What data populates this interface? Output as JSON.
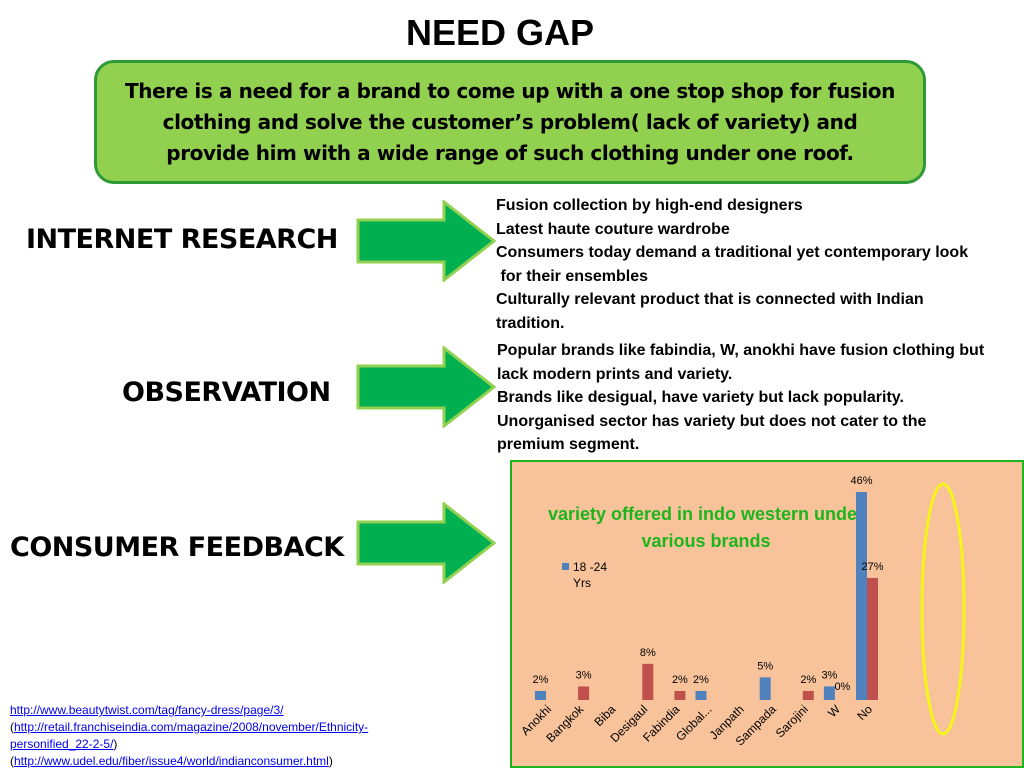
{
  "page": {
    "title": "NEED GAP",
    "need_statement": "There is a need for a brand to come up with a one stop shop for fusion clothing and solve the customer’s problem( lack of variety) and provide him with a wide range of such clothing under one roof."
  },
  "sections": {
    "internet_research": {
      "label": "INTERNET RESEARCH",
      "lines": [
        "Fusion collection by high-end designers",
        "Latest haute couture wardrobe",
        "Consumers today demand a traditional yet contemporary look",
        " for their ensembles",
        "Culturally relevant product that is connected with Indian",
        "tradition."
      ]
    },
    "observation": {
      "label": "OBSERVATION",
      "lines": [
        "Popular brands like fabindia, W, anokhi have fusion clothing but",
        "lack modern prints and variety.",
        "Brands like desigual, have variety but lack popularity.",
        "Unorganised sector has variety but does not cater to the",
        "premium segment."
      ]
    },
    "consumer_feedback": {
      "label": "CONSUMER FEEDBACK"
    }
  },
  "references": {
    "line1": "http://www.beautytwist.com/tag/fancy-dress/page/3/",
    "line2_open": "(",
    "line2_link": "http://retail.franchiseindia.com/magazine/2008/november/Ethnicity-",
    "line3_link": "personified_22-2-5/",
    "line3_close": ")",
    "line4_open": "(",
    "line4_link": "http://www.udel.edu/fiber/issue4/world/indianconsumer.html",
    "line4_close": ")"
  },
  "colors": {
    "need_box_fill": "#92d050",
    "need_box_border": "#2e9a35",
    "arrow_fill": "#00b050",
    "arrow_border": "#92d050",
    "chart_bg": "#f8c39a",
    "chart_border": "#1db51d",
    "chart_title": "#1db51d",
    "highlight_ellipse": "#f5f51a"
  },
  "chart_data": {
    "type": "bar",
    "title_lines": [
      "variety offered in indo western under",
      "various brands"
    ],
    "categories": [
      "Anokhi",
      "Bangkok",
      "Biba",
      "Desigaul",
      "Fabindia",
      "Global...",
      "Janpath",
      "Sampada",
      "Sarojini",
      "W",
      "No"
    ],
    "series": [
      {
        "name": "18 -24 Yrs",
        "color": "#4f81bd",
        "values": [
          2,
          0,
          0,
          0,
          0,
          2,
          0,
          5,
          0,
          3,
          46
        ],
        "labels": [
          "2%",
          null,
          null,
          null,
          null,
          "2%",
          null,
          "5%",
          null,
          "3%",
          "46%"
        ]
      },
      {
        "name": "",
        "color": "#c0504d",
        "values": [
          0,
          3,
          0,
          8,
          2,
          0,
          0,
          0,
          2,
          0,
          27
        ],
        "labels": [
          null,
          "3%",
          null,
          "8%",
          "2%",
          null,
          null,
          null,
          "2%",
          "0%",
          "27%"
        ]
      }
    ],
    "legend": {
      "position": "top-left",
      "entry_lines": [
        "18 -24",
        "Yrs"
      ]
    },
    "ylim": [
      0,
      46
    ],
    "grid": false,
    "highlight": "No"
  }
}
